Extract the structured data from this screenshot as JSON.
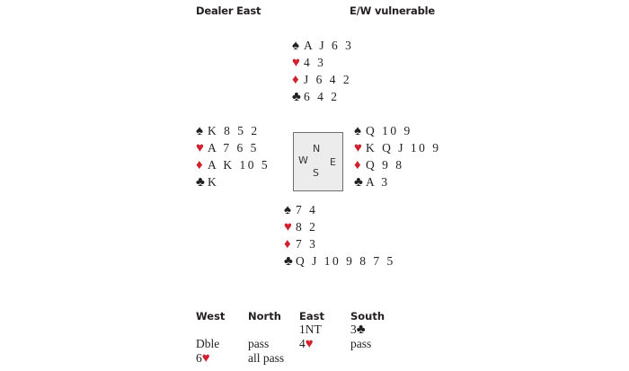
{
  "header": {
    "dealer": "Dealer East",
    "vulnerability": "E/W vulnerable"
  },
  "colors": {
    "red_suit": "#d2202f",
    "black_suit": "#231f20",
    "compass_bg": "#ececec"
  },
  "compass": {
    "north": "N",
    "south": "S",
    "east": "E",
    "west": "W"
  },
  "hands": {
    "north": [
      {
        "suit": "spades",
        "symbol": "♠",
        "cards": "A J 6 3"
      },
      {
        "suit": "hearts",
        "symbol": "♥",
        "cards": "4 3"
      },
      {
        "suit": "diamonds",
        "symbol": "♦",
        "cards": "J 6 4 2"
      },
      {
        "suit": "clubs",
        "symbol": "♣",
        "cards": "6 4 2"
      }
    ],
    "west": [
      {
        "suit": "spades",
        "symbol": "♠",
        "cards": "K 8 5 2"
      },
      {
        "suit": "hearts",
        "symbol": "♥",
        "cards": "A 7 6 5"
      },
      {
        "suit": "diamonds",
        "symbol": "♦",
        "cards": "A K 10 5"
      },
      {
        "suit": "clubs",
        "symbol": "♣",
        "cards": "K"
      }
    ],
    "east": [
      {
        "suit": "spades",
        "symbol": "♠",
        "cards": "Q 10 9"
      },
      {
        "suit": "hearts",
        "symbol": "♥",
        "cards": "K Q J 10 9"
      },
      {
        "suit": "diamonds",
        "symbol": "♦",
        "cards": "Q 9 8"
      },
      {
        "suit": "clubs",
        "symbol": "♣",
        "cards": "A 3"
      }
    ],
    "south": [
      {
        "suit": "spades",
        "symbol": "♠",
        "cards": "7 4"
      },
      {
        "suit": "hearts",
        "symbol": "♥",
        "cards": "8 2"
      },
      {
        "suit": "diamonds",
        "symbol": "♦",
        "cards": "7 3"
      },
      {
        "suit": "clubs",
        "symbol": "♣",
        "cards": "Q J 10 9 8 7 5"
      }
    ]
  },
  "auction": {
    "headers": [
      "West",
      "North",
      "East",
      "South"
    ],
    "rows": [
      [
        {
          "text": ""
        },
        {
          "text": ""
        },
        {
          "text": "1NT"
        },
        {
          "text": "3",
          "symbol": "♣",
          "red": false
        }
      ],
      [
        {
          "text": "Dble"
        },
        {
          "text": "pass"
        },
        {
          "text": "4",
          "symbol": "♥",
          "red": true
        },
        {
          "text": "pass"
        }
      ],
      [
        {
          "text": "6",
          "symbol": "♥",
          "red": true
        },
        {
          "text": "all pass"
        },
        {
          "text": ""
        },
        {
          "text": ""
        }
      ]
    ]
  }
}
